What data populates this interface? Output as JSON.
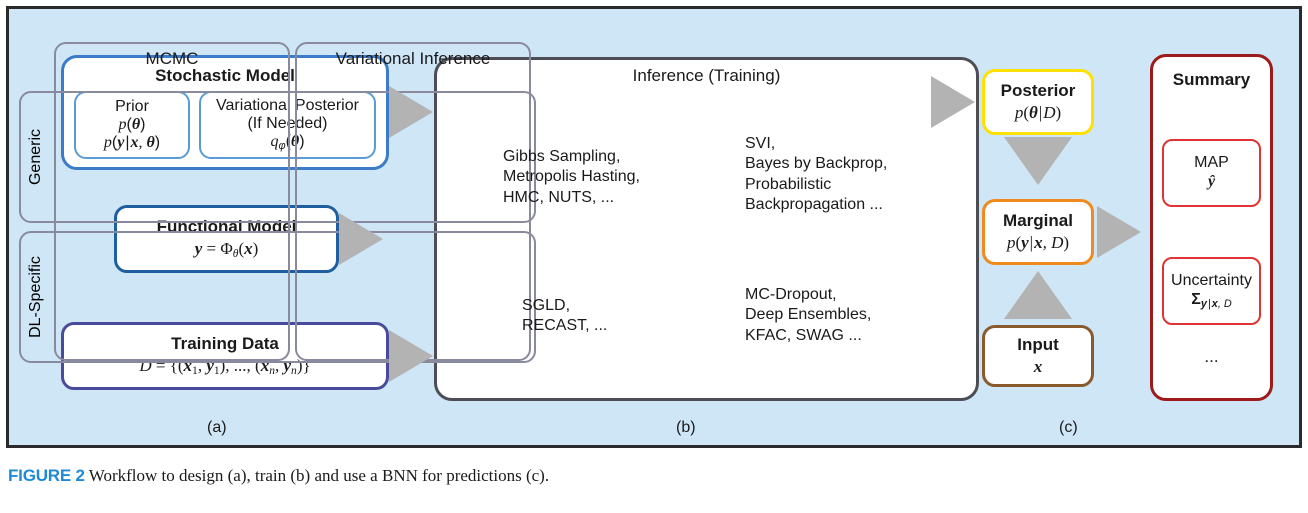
{
  "figure": {
    "caption_label": "FIGURE 2",
    "caption_text": "Workflow to design (a), train (b) and use a BNN for predictions (c).",
    "panel_labels": {
      "a": "(a)",
      "b": "(b)",
      "c": "(c)"
    }
  },
  "colors": {
    "panel_background": "#cfe6f7",
    "panel_border": "#2b2b2b",
    "stochastic_model_border": "#3b7bc8",
    "stochastic_inner_border": "#5b9bd5",
    "functional_model_border": "#1f5fa0",
    "training_data_border": "#4a4a9c",
    "inference_border": "#4d4d55",
    "inference_inner_border": "#8a8a9e",
    "posterior_border": "#ffe000",
    "marginal_border": "#f08a1c",
    "input_border": "#8b5a2b",
    "summary_border": "#9e1b1b",
    "summary_inner_border": "#e03434",
    "arrow_fill": "#b3b3b3",
    "caption_label_color": "#1f8ad6"
  },
  "panel_a": {
    "stochastic_model": {
      "title": "Stochastic Model",
      "prior": {
        "label": "Prior",
        "formula_1": "p(θ)",
        "formula_2": "p(y|x, θ)"
      },
      "variational_posterior": {
        "label_line_1": "Variational Posterior",
        "label_line_2": "(If Needed)",
        "formula": "qϕ(θ)"
      }
    },
    "functional_model": {
      "title": "Functional Model",
      "formula": "y = Φθ(x)"
    },
    "training_data": {
      "title": "Training Data",
      "formula": "D = {(x1, y1), ..., (xn, yn)}"
    }
  },
  "panel_b": {
    "title": "Inference (Training)",
    "columns": [
      {
        "name": "MCMC"
      },
      {
        "name": "Variational Inference"
      }
    ],
    "rows": [
      {
        "name": "Generic"
      },
      {
        "name": "DL-Specific"
      }
    ],
    "cells": {
      "mcmc_generic": "Gibbs Sampling,\nMetropolis Hasting,\nHMC, NUTS, ...",
      "vi_generic": "SVI,\nBayes by Backprop,\nProbabilistic\nBackpropagation ...",
      "mcmc_dl_specific": "SGLD,\nRECAST, ...",
      "vi_dl_specific": "MC-Dropout,\nDeep Ensembles,\nKFAC, SWAG ..."
    }
  },
  "panel_c": {
    "posterior": {
      "title": "Posterior",
      "formula": "p(θ | D)"
    },
    "marginal": {
      "title": "Marginal",
      "formula": "p(y | x, D)"
    },
    "input": {
      "title": "Input",
      "formula": "x"
    },
    "summary": {
      "title": "Summary",
      "map": {
        "label": "MAP",
        "formula": "ŷ"
      },
      "uncertainty": {
        "label": "Uncertainty",
        "formula": "Σy|x, D"
      },
      "ellipsis": "..."
    }
  },
  "icons": {
    "arrow_stochastic_to_inference": "arrow-right-icon",
    "arrow_functional_to_inference": "arrow-right-icon",
    "arrow_training_to_inference": "arrow-right-icon",
    "arrow_inference_to_posterior": "arrow-right-icon",
    "arrow_posterior_to_marginal": "arrow-down-icon",
    "arrow_input_to_marginal": "arrow-up-icon",
    "arrow_marginal_to_summary": "arrow-right-icon"
  }
}
